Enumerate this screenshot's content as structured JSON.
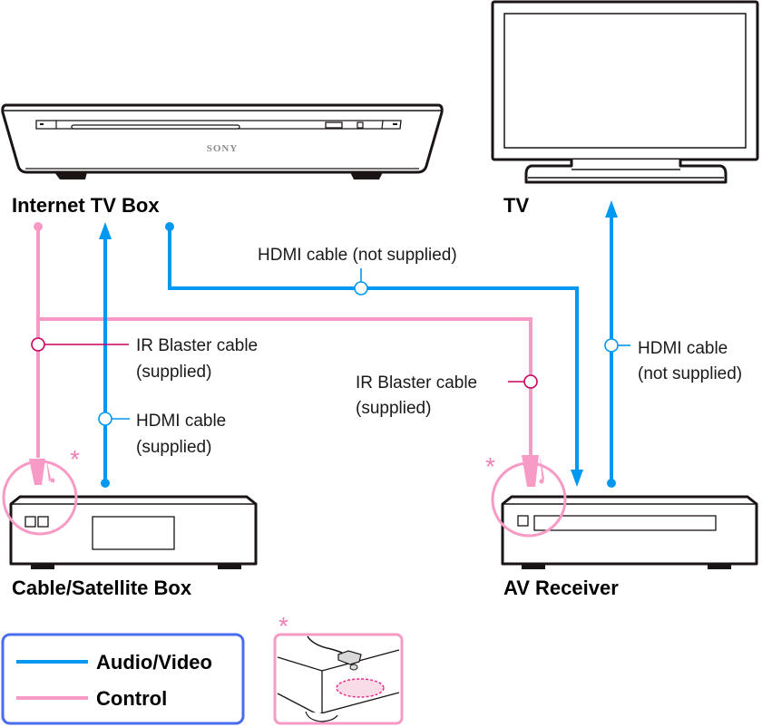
{
  "devices": {
    "internet_tv_box": {
      "label": "Internet TV Box",
      "brand": "SONY"
    },
    "tv": {
      "label": "TV"
    },
    "cable_satellite_box": {
      "label": "Cable/Satellite Box"
    },
    "av_receiver": {
      "label": "AV Receiver"
    }
  },
  "cables": {
    "hdmi_box_to_receiver": {
      "line1": "HDMI cable (not supplied)"
    },
    "ir_blaster_left": {
      "line1": "IR Blaster cable",
      "line2": "(supplied)"
    },
    "hdmi_cable_box": {
      "line1": "HDMI cable",
      "line2": "(supplied)"
    },
    "ir_blaster_right": {
      "line1": "IR Blaster cable",
      "line2": "(supplied)"
    },
    "hdmi_receiver_to_tv": {
      "line1": "HDMI cable",
      "line2": "(not supplied)"
    }
  },
  "markers": {
    "asterisk": "*"
  },
  "legend": {
    "items": [
      {
        "label": "Audio/Video",
        "color": "#0098f0"
      },
      {
        "label": "Control",
        "color": "#f79ac6"
      }
    ],
    "border_color": "#4a6cf0"
  },
  "colors": {
    "audio_video": "#0098f0",
    "control": "#f79ac6",
    "tag_control": "#c8005e",
    "asterisk": "#f080b8"
  }
}
